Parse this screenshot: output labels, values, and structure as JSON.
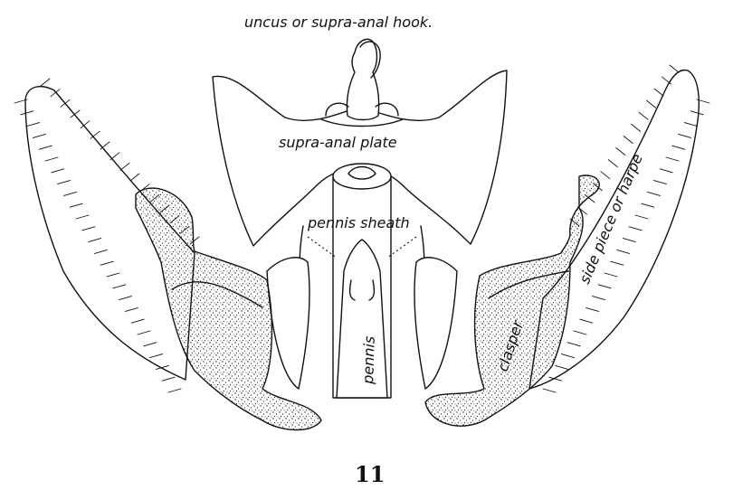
{
  "labels": {
    "uncus": "uncus or supra-anal hook.",
    "supra_anal_plate": "supra-anal plate",
    "pennis_sheath": "pennis sheath",
    "pennis": "pennis",
    "clasper": "clasper",
    "side_piece": "side piece or harpe"
  },
  "figure_number": "11"
}
